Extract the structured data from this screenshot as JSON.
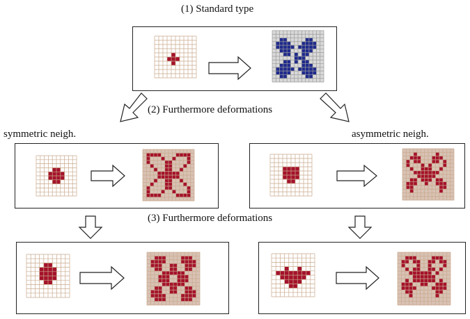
{
  "labels": {
    "step1": "(1) Standard type",
    "step2": "(2) Furthermore deformations",
    "step3": "(3) Furthermore deformations",
    "sym": "symmetric neigh.",
    "asym": "asymmetric neigh."
  },
  "colors": {
    "grid_line_beige": "#c9a98c",
    "grid_line_gray": "#9a9a9a",
    "grid_bg_gray": "#d9d9d9",
    "cell_red": "#a4122b",
    "cell_blue": "#1f2a8c",
    "pattern_bg_red": "#d8c2b4"
  },
  "panels": [
    {
      "name": "standard",
      "seed": [
        "..........",
        "..........",
        "..........",
        "..........",
        "....#.....",
        "...###....",
        "....#.....",
        "..........",
        "..........",
        ".........."
      ],
      "pattern": [
        "..............",
        "..............",
        "..##.....##...",
        ".####...####..",
        ".#####.#####..",
        "..###...###...",
        "...##.#.##....",
        "......###.....",
        "...##.#.##....",
        "..###...###...",
        ".#####.#####..",
        ".####...####..",
        "..##.....##...",
        ".............."
      ],
      "seed_scheme": "beige",
      "pattern_scheme": "blue"
    },
    {
      "name": "symmetric-1",
      "seed": [
        "..........",
        "..........",
        "..........",
        "....##....",
        "...####...",
        "...####...",
        "....##....",
        "..........",
        "..........",
        ".........."
      ],
      "pattern": [
        "..............",
        ".####....####.",
        ".#...#..#...#.",
        ".#....##....#.",
        "..#...##...#..",
        "...#..##..#...",
        "....######....",
        "....######....",
        "...#..##..#...",
        "..#...##...#..",
        ".#....##....#.",
        ".#...#..#...#.",
        ".####....####.",
        ".............."
      ],
      "seed_scheme": "beige",
      "pattern_scheme": "red"
    },
    {
      "name": "asymmetric-1",
      "seed": [
        "..........",
        "..........",
        "..........",
        "...####...",
        "...####...",
        "...####...",
        "....##....",
        "..........",
        "..........",
        ".........."
      ],
      "pattern": [
        "..............",
        "...#.....#....",
        "..###...###...",
        ".#.##...##.#..",
        ".#...#.#...#..",
        "..#..###..#...",
        "...#######....",
        "....#####.....",
        "..##.###.##...",
        ".###..#..###..",
        ".##.......##..",
        "..#.......#...",
        "..............",
        ".............."
      ],
      "seed_scheme": "beige",
      "pattern_scheme": "red"
    },
    {
      "name": "symmetric-2",
      "seed": [
        "..........",
        "..........",
        "....##....",
        "...####...",
        "...####...",
        "...####...",
        "....##....",
        "..........",
        "..........",
        ".........."
      ],
      "pattern": [
        "..............",
        "..###....###..",
        ".####....####.",
        ".###..##..###.",
        "..##..##..##..",
        "....######....",
        "...###..###...",
        "...###..###...",
        "....######....",
        "..##..##..##..",
        ".###..##..###.",
        ".####....####.",
        "..###....###..",
        ".............."
      ],
      "seed_scheme": "beige",
      "pattern_scheme": "red"
    },
    {
      "name": "asymmetric-2",
      "seed": [
        "..........",
        "..........",
        "..........",
        "...#..#...",
        ".########.",
        "..######..",
        "...####...",
        "....##....",
        "..........",
        ".........."
      ],
      "pattern": [
        "..............",
        "..###....###..",
        ".##.##..##.##.",
        ".#...#..#...#.",
        "..#.##..##.#..",
        "...######.#...",
        "....######....",
        "..#.######.#..",
        ".###..##..###.",
        ".####....####.",
        "..##......##..",
        "...#......#...",
        "..............",
        ".............."
      ],
      "seed_scheme": "beige",
      "pattern_scheme": "red"
    }
  ]
}
